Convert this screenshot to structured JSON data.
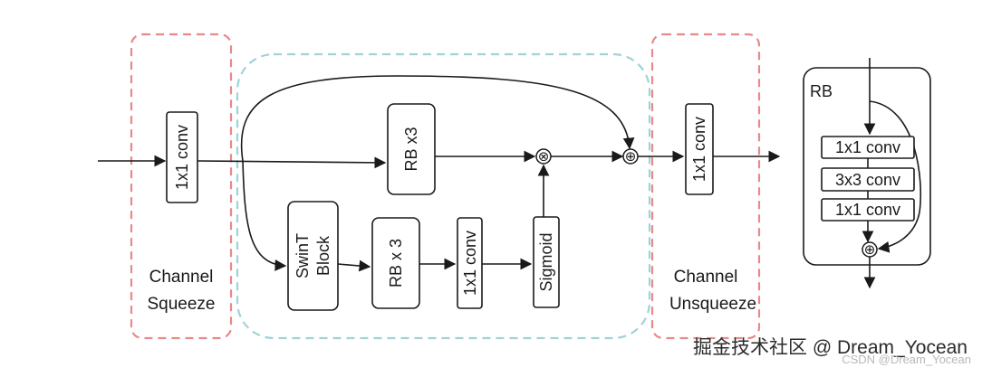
{
  "groups": {
    "squeeze": {
      "line1": "Channel",
      "line2": "Squeeze"
    },
    "unsqueeze": {
      "line1": "Channel",
      "line2": "Unsqueeze"
    }
  },
  "blocks": {
    "squeeze_conv": "1x1 conv",
    "rb_x3_top": "RB x3",
    "swint_line1": "SwinT",
    "swint_line2": "Block",
    "rb_x3_bottom": "RB x 3",
    "conv_bottom": "1x1 conv",
    "sigmoid": "Sigmoid",
    "unsqueeze_conv": "1x1 conv"
  },
  "operators": {
    "multiply": "⊗",
    "add": "⊕"
  },
  "rb_detail": {
    "title": "RB",
    "conv1": "1x1 conv",
    "conv2": "3x3 conv",
    "conv3": "1x1 conv"
  },
  "watermark": {
    "main": "掘金技术社区 @ Dream_Yocean",
    "faint": "CSDN @Dream_Yocean"
  },
  "colors": {
    "squeeze_dash": "#e8898a",
    "attention_dash": "#9fd3d6",
    "ink": "#1a1a1a"
  }
}
